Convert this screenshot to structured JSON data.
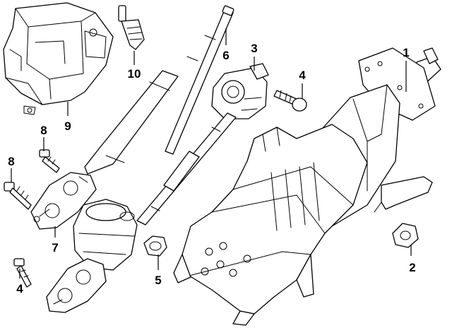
{
  "callouts": {
    "c1": "1",
    "c2": "2",
    "c3": "3",
    "c4a": "4",
    "c4b": "4",
    "c5": "5",
    "c6": "6",
    "c7": "7",
    "c8a": "8",
    "c8b": "8",
    "c9": "9",
    "c10": "10"
  },
  "colors": {
    "ink": "#000000",
    "paper": "#ffffff"
  }
}
